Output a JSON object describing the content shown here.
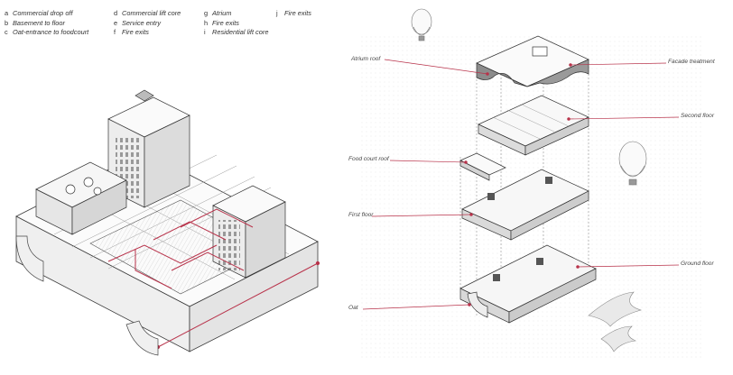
{
  "legend": {
    "col1": [
      {
        "key": "a",
        "label": "Commercial drop off"
      },
      {
        "key": "b",
        "label": "Basement to floor"
      },
      {
        "key": "c",
        "label": "Oat-entrance to foodcourt"
      }
    ],
    "col2": [
      {
        "key": "d",
        "label": "Commercial lift core"
      },
      {
        "key": "e",
        "label": "Service entry"
      },
      {
        "key": "f",
        "label": "Fire exits"
      }
    ],
    "col3": [
      {
        "key": "g",
        "label": "Atrium"
      },
      {
        "key": "h",
        "label": "Fire exits"
      },
      {
        "key": "i",
        "label": "Residential lift core"
      }
    ],
    "col4": [
      {
        "key": "j",
        "label": "Fire exits"
      }
    ]
  },
  "exploded": {
    "labels_left": {
      "atrium_roof": "Atrium roof",
      "food_court_roof": "Food court roof",
      "first_floor": "First floor",
      "oat": "Oat"
    },
    "labels_right": {
      "facade_treatment": "Facade treatment",
      "second_floor": "Second floor",
      "ground_floor": "Ground floor"
    }
  },
  "colors": {
    "ink": "#3a3a3a",
    "accent_red": "#b8324a",
    "light_gray": "#d7d7d7",
    "dark_fill": "#8c8c8c"
  }
}
